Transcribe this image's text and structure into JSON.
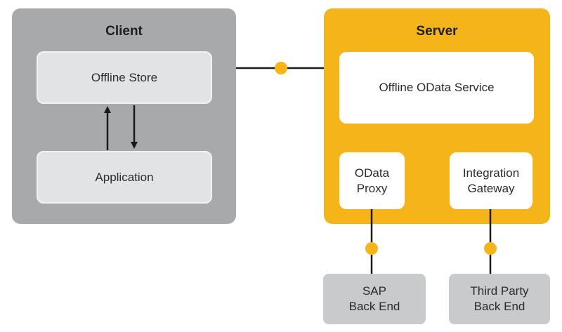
{
  "client": {
    "title": "Client",
    "offline_store": "Offline Store",
    "application": "Application"
  },
  "server": {
    "title": "Server",
    "offline_odata_service": "Offline OData Service",
    "odata_proxy": "OData\nProxy",
    "integration_gateway": "Integration\nGateway"
  },
  "backends": {
    "sap": "SAP\nBack End",
    "third_party": "Third Party\nBack End"
  },
  "colors": {
    "client_panel": "#a7a9ab",
    "client_box": "#e2e3e4",
    "server_panel": "#f5b419",
    "server_box": "#ffffff",
    "backend_box": "#c9cacb",
    "connector_line": "#1a1a1a",
    "connector_dot": "#f5b419"
  }
}
